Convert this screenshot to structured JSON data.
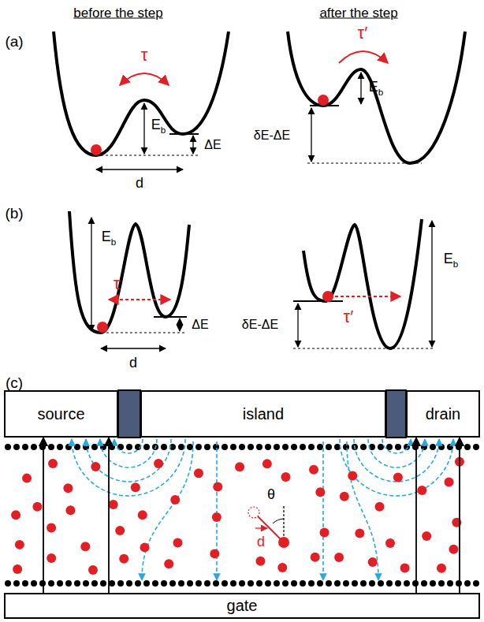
{
  "diagram": {
    "nodes": [
      {
        "text": [
          "source"
        ]
      },
      {
        "text": [
          "island"
        ]
      },
      {
        "text": [
          "drain"
        ]
      },
      {
        "text": [
          "gate"
        ]
      }
    ],
    "edges": [
      {
        "from": 3,
        "to": 0,
        "arrow": "to"
      },
      {
        "from": 3,
        "to": 0,
        "arrow": "to"
      },
      {
        "from": 3,
        "to": 2,
        "arrow": "to"
      },
      {
        "from": 3,
        "to": 2,
        "arrow": "to"
      }
    ],
    "labels": [
      "before the step",
      "after the step",
      "(a)",
      "τ",
      "Eb",
      "ΔE",
      "d",
      "τ′",
      "δE-ΔE",
      "Eb",
      "(b)",
      "Eb",
      "τ",
      "ΔE",
      "d",
      "δE-ΔE",
      "τ′",
      "Eb",
      "(c)",
      "θ",
      "d"
    ]
  }
}
